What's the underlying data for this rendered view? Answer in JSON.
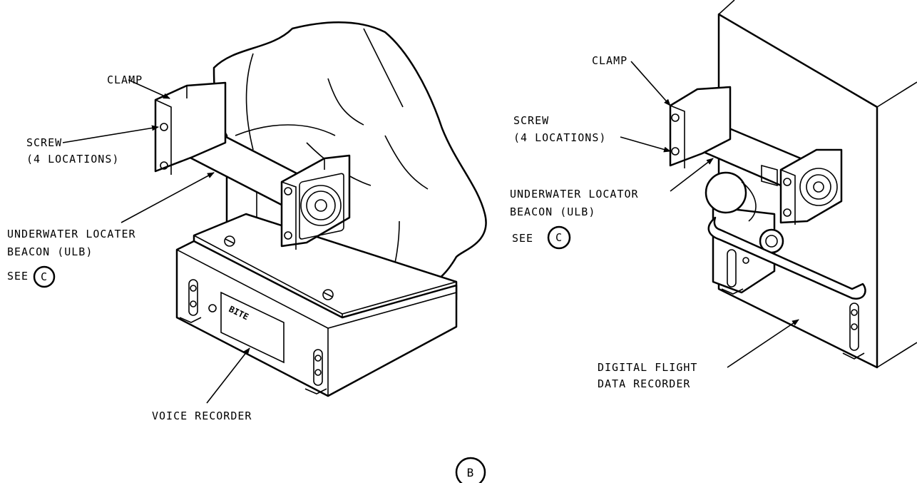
{
  "left_view": {
    "clamp_label": "CLAMP",
    "screw_label_line1": "SCREW",
    "screw_label_line2": "(4 LOCATIONS)",
    "ulb_label_line1": "UNDERWATER LOCATER",
    "ulb_label_line2": "BEACON (ULB)",
    "see_label": "SEE",
    "see_ref": "C",
    "bite_label": "BITE",
    "recorder_label": "VOICE RECORDER"
  },
  "right_view": {
    "clamp_label": "CLAMP",
    "screw_label_line1": "SCREW",
    "screw_label_line2": "(4 LOCATIONS)",
    "ulb_label_line1": "UNDERWATER LOCATOR",
    "ulb_label_line2": "BEACON (ULB)",
    "see_label": "SEE",
    "see_ref": "C",
    "recorder_label_line1": "DIGITAL FLIGHT",
    "recorder_label_line2": "DATA RECORDER"
  },
  "view_ref": "B"
}
